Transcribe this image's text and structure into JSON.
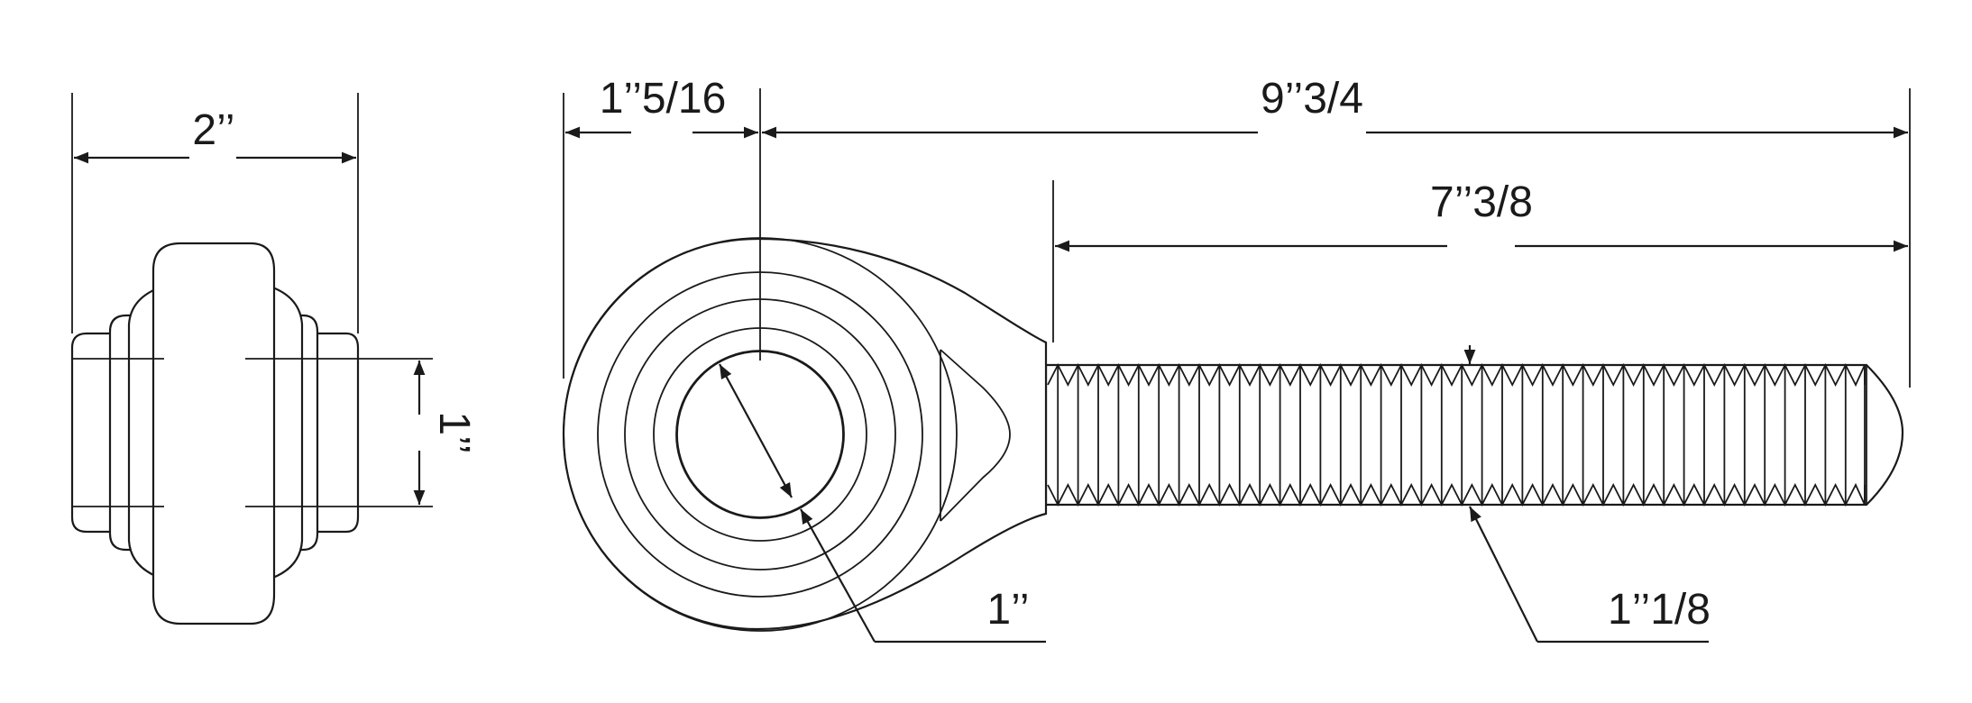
{
  "side_view": {
    "width_label": "2’’",
    "height_label": "1’’"
  },
  "front_view": {
    "eye_offset_label": "1’’5/16",
    "overall_length_label": "9’’3/4",
    "thread_length_label": "7’’3/8",
    "bore_label": "1’’",
    "thread_diameter_label": "1’’1/8"
  },
  "colors": {
    "line": "#1a1a1a",
    "background": "#ffffff"
  }
}
